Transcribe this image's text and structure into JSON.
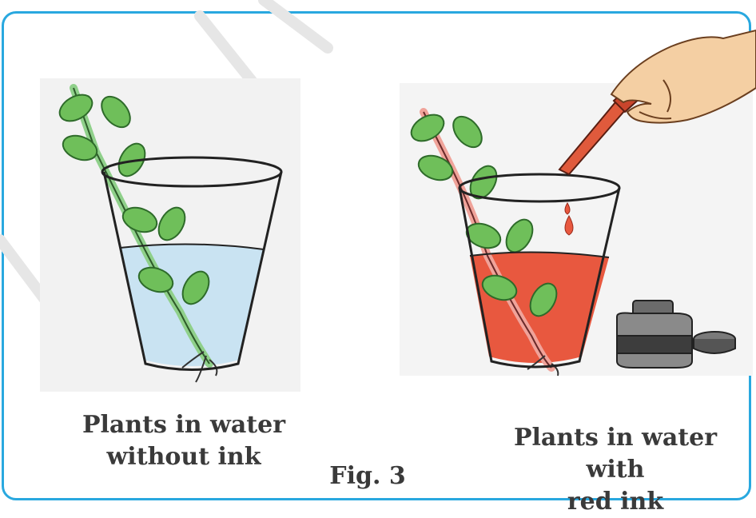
{
  "figure": {
    "left_caption_line1": "Plants in water",
    "left_caption_line2": "without ink",
    "right_caption_line1": "Plants in water with",
    "right_caption_line2": "red ink",
    "label": "Fig. 3"
  },
  "colors": {
    "frame_border": "#29a8df",
    "clear_water": "#c9e3f2",
    "red_ink": "#e8583f",
    "leaf": "#6fbf5a",
    "leaf_dark": "#2e6b2a",
    "caption_text": "#3a3a3a"
  }
}
